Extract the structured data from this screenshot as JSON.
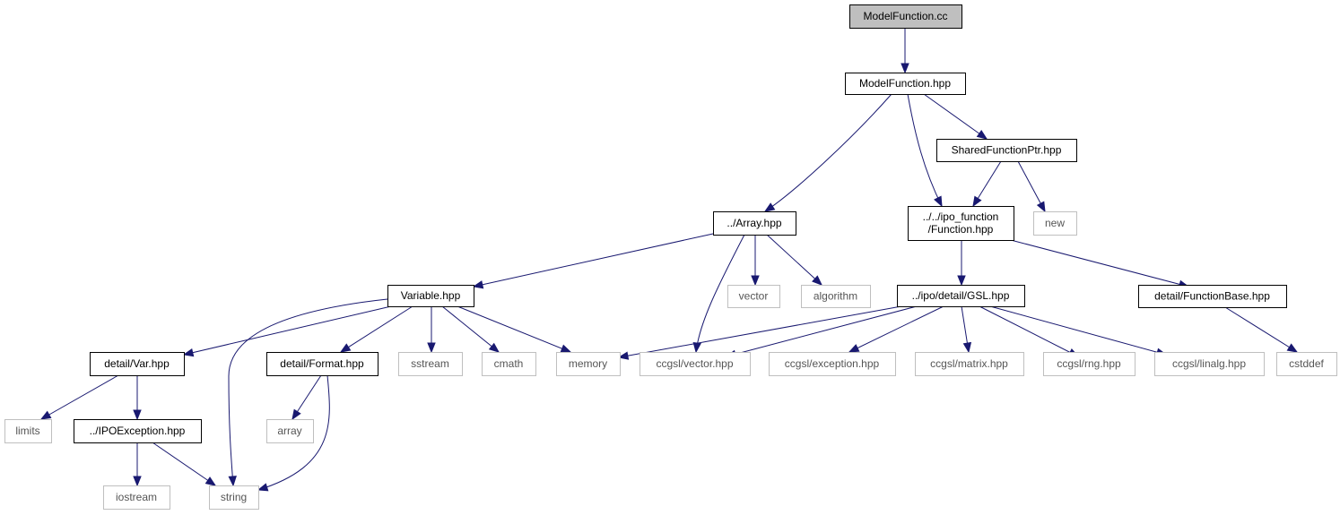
{
  "colors": {
    "edge": "#191970",
    "root_fill": "#bfbfbf",
    "node_border": "#000000",
    "system_border": "#bfbfbf",
    "background": "#ffffff"
  },
  "nodes": [
    {
      "id": "model_function_cc",
      "lines": [
        "ModelFunction.cc"
      ],
      "kind": "root"
    },
    {
      "id": "model_function_hpp",
      "lines": [
        "ModelFunction.hpp"
      ],
      "kind": "header"
    },
    {
      "id": "shared_function_ptr",
      "lines": [
        "SharedFunctionPtr.hpp"
      ],
      "kind": "header"
    },
    {
      "id": "new",
      "lines": [
        "new"
      ],
      "kind": "system"
    },
    {
      "id": "array_hpp",
      "lines": [
        "../Array.hpp"
      ],
      "kind": "header"
    },
    {
      "id": "function_hpp",
      "lines": [
        "../../ipo_function",
        "/Function.hpp"
      ],
      "kind": "header"
    },
    {
      "id": "variable_hpp",
      "lines": [
        "Variable.hpp"
      ],
      "kind": "header"
    },
    {
      "id": "vector",
      "lines": [
        "vector"
      ],
      "kind": "system"
    },
    {
      "id": "algorithm",
      "lines": [
        "algorithm"
      ],
      "kind": "system"
    },
    {
      "id": "gsl_hpp",
      "lines": [
        "../ipo/detail/GSL.hpp"
      ],
      "kind": "header"
    },
    {
      "id": "function_base_hpp",
      "lines": [
        "detail/FunctionBase.hpp"
      ],
      "kind": "header"
    },
    {
      "id": "var_hpp",
      "lines": [
        "detail/Var.hpp"
      ],
      "kind": "header"
    },
    {
      "id": "format_hpp",
      "lines": [
        "detail/Format.hpp"
      ],
      "kind": "header"
    },
    {
      "id": "sstream",
      "lines": [
        "sstream"
      ],
      "kind": "system"
    },
    {
      "id": "cmath",
      "lines": [
        "cmath"
      ],
      "kind": "system"
    },
    {
      "id": "memory",
      "lines": [
        "memory"
      ],
      "kind": "system"
    },
    {
      "id": "ccgsl_vector",
      "lines": [
        "ccgsl/vector.hpp"
      ],
      "kind": "system"
    },
    {
      "id": "ccgsl_exception",
      "lines": [
        "ccgsl/exception.hpp"
      ],
      "kind": "system"
    },
    {
      "id": "ccgsl_matrix",
      "lines": [
        "ccgsl/matrix.hpp"
      ],
      "kind": "system"
    },
    {
      "id": "ccgsl_rng",
      "lines": [
        "ccgsl/rng.hpp"
      ],
      "kind": "system"
    },
    {
      "id": "ccgsl_linalg",
      "lines": [
        "ccgsl/linalg.hpp"
      ],
      "kind": "system"
    },
    {
      "id": "cstddef",
      "lines": [
        "cstddef"
      ],
      "kind": "system"
    },
    {
      "id": "limits",
      "lines": [
        "limits"
      ],
      "kind": "system"
    },
    {
      "id": "ipo_exception_hpp",
      "lines": [
        "../IPOException.hpp"
      ],
      "kind": "header"
    },
    {
      "id": "array",
      "lines": [
        "array"
      ],
      "kind": "system"
    },
    {
      "id": "iostream",
      "lines": [
        "iostream"
      ],
      "kind": "system"
    },
    {
      "id": "string",
      "lines": [
        "string"
      ],
      "kind": "system"
    }
  ],
  "edges": [
    {
      "from": "model_function_cc",
      "to": "model_function_hpp"
    },
    {
      "from": "model_function_hpp",
      "to": "array_hpp"
    },
    {
      "from": "model_function_hpp",
      "to": "function_hpp"
    },
    {
      "from": "model_function_hpp",
      "to": "shared_function_ptr"
    },
    {
      "from": "shared_function_ptr",
      "to": "function_hpp"
    },
    {
      "from": "shared_function_ptr",
      "to": "new"
    },
    {
      "from": "array_hpp",
      "to": "variable_hpp"
    },
    {
      "from": "array_hpp",
      "to": "ccgsl_vector"
    },
    {
      "from": "array_hpp",
      "to": "vector"
    },
    {
      "from": "array_hpp",
      "to": "algorithm"
    },
    {
      "from": "function_hpp",
      "to": "gsl_hpp"
    },
    {
      "from": "function_hpp",
      "to": "function_base_hpp"
    },
    {
      "from": "variable_hpp",
      "to": "var_hpp"
    },
    {
      "from": "variable_hpp",
      "to": "string"
    },
    {
      "from": "variable_hpp",
      "to": "format_hpp"
    },
    {
      "from": "variable_hpp",
      "to": "sstream"
    },
    {
      "from": "variable_hpp",
      "to": "cmath"
    },
    {
      "from": "variable_hpp",
      "to": "memory"
    },
    {
      "from": "gsl_hpp",
      "to": "memory"
    },
    {
      "from": "gsl_hpp",
      "to": "ccgsl_vector"
    },
    {
      "from": "gsl_hpp",
      "to": "ccgsl_exception"
    },
    {
      "from": "gsl_hpp",
      "to": "ccgsl_matrix"
    },
    {
      "from": "gsl_hpp",
      "to": "ccgsl_rng"
    },
    {
      "from": "gsl_hpp",
      "to": "ccgsl_linalg"
    },
    {
      "from": "function_base_hpp",
      "to": "cstddef"
    },
    {
      "from": "var_hpp",
      "to": "limits"
    },
    {
      "from": "var_hpp",
      "to": "ipo_exception_hpp"
    },
    {
      "from": "format_hpp",
      "to": "array"
    },
    {
      "from": "format_hpp",
      "to": "string"
    },
    {
      "from": "ipo_exception_hpp",
      "to": "iostream"
    },
    {
      "from": "ipo_exception_hpp",
      "to": "string"
    }
  ]
}
